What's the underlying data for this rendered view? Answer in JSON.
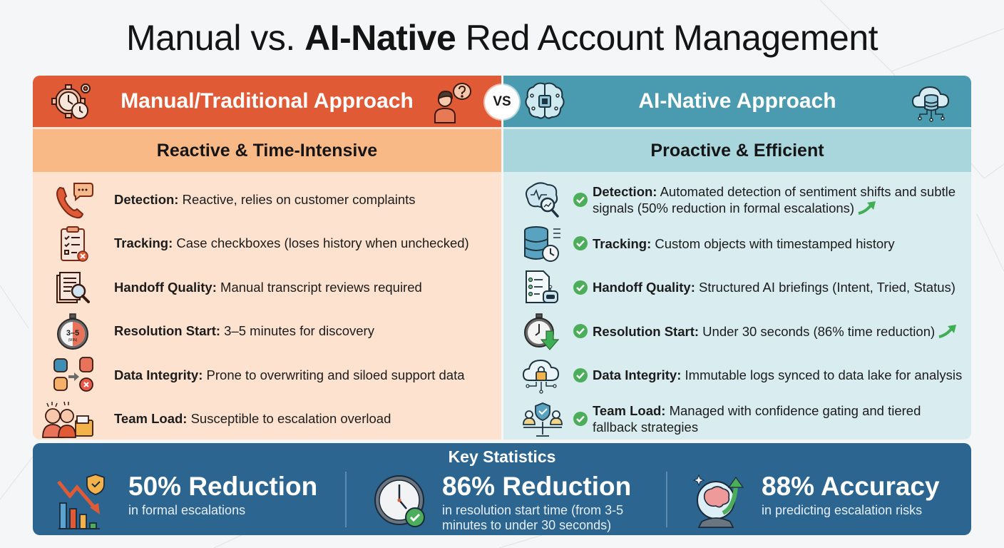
{
  "title": {
    "part1": "Manual vs. ",
    "bold": "AI-Native",
    "part2": " Red Account Management"
  },
  "vs_label": "VS",
  "manual": {
    "header": "Manual/Traditional Approach",
    "subheader": "Reactive & Time-Intensive",
    "color": "#e05a36",
    "icons": {
      "header_left": "gear-clocks-icon",
      "header_right": "confused-person-icon"
    },
    "rows": [
      {
        "label": "Detection:",
        "text": " Reactive, relies on customer complaints",
        "icon": "phone-chat-icon"
      },
      {
        "label": "Tracking:",
        "text": " Case checkboxes (loses history when unchecked)",
        "icon": "clipboard-checklist-icon"
      },
      {
        "label": "Handoff Quality:",
        "text": " Manual transcript reviews required",
        "icon": "documents-magnifier-icon"
      },
      {
        "label": "Resolution Start:",
        "text": " 3–5 minutes for discovery",
        "icon": "stopwatch-icon"
      },
      {
        "label": "Data Integrity:",
        "text": " Prone to overwriting and siloed support data",
        "icon": "database-error-icon"
      },
      {
        "label": "Team Load:",
        "text": " Susceptible to escalation overload",
        "icon": "stressed-team-icon"
      }
    ]
  },
  "ai": {
    "header": "AI-Native Approach",
    "subheader": "Proactive & Efficient",
    "color": "#4b9bb0",
    "icons": {
      "header_left": "ai-brain-chip-icon",
      "header_right": "cloud-database-icon"
    },
    "rows": [
      {
        "label": "Detection:",
        "text": " Automated detection of sentiment shifts and subtle signals (50% reduction in formal escalations)",
        "icon": "brain-analytics-icon",
        "trend": true
      },
      {
        "label": "Tracking:",
        "text": " Custom objects with timestamped history",
        "icon": "database-clock-icon"
      },
      {
        "label": "Handoff Quality:",
        "text": " Structured AI briefings (Intent, Tried, Status)",
        "icon": "document-robot-icon"
      },
      {
        "label": "Resolution Start:",
        "text": " Under 30 seconds (86% time reduction)",
        "icon": "stopwatch-down-icon",
        "trend": true
      },
      {
        "label": "Data Integrity:",
        "text": " Immutable logs synced to data lake for analysis",
        "icon": "cloud-lock-icon"
      },
      {
        "label": "Team Load:",
        "text": " Managed with confidence gating and tiered fallback strategies",
        "icon": "balance-shield-icon"
      }
    ]
  },
  "stats": {
    "title": "Key Statistics",
    "items": [
      {
        "value": "50% Reduction",
        "caption": "in formal escalations",
        "icon": "chart-down-shield-icon"
      },
      {
        "value": "86% Reduction",
        "caption": "in resolution start time (from 3-5 minutes to under 30 seconds)",
        "icon": "clock-check-icon"
      },
      {
        "value": "88% Accuracy",
        "caption": "in predicting escalation risks",
        "icon": "crystal-ball-brain-icon"
      }
    ],
    "color": "#2b6590"
  }
}
